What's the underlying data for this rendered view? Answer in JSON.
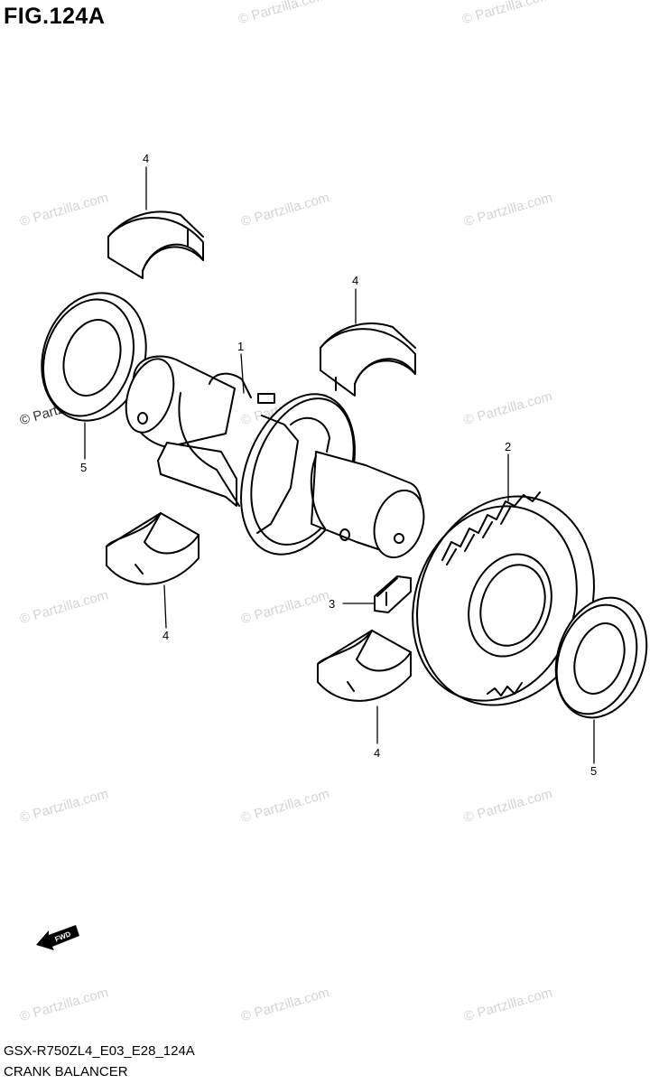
{
  "figure": {
    "title": "FIG.124A",
    "code": "GSX-R750ZL4_E03_E28_124A",
    "name": "CRANK BALANCER"
  },
  "watermark": {
    "text": "© Partzilla.com"
  },
  "callouts": {
    "c1": "1",
    "c2": "2",
    "c3": "3",
    "c4a": "4",
    "c4b": "4",
    "c4c": "4",
    "c4d": "4",
    "c5a": "5",
    "c5b": "5"
  },
  "fwd_arrow": {
    "label": "FWD"
  }
}
